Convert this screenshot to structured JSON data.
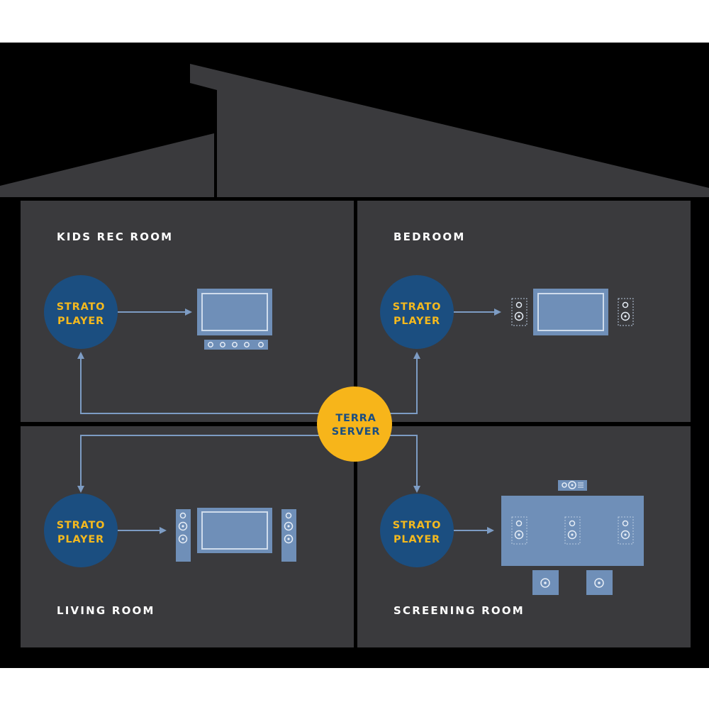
{
  "rooms": {
    "kids_rec_room": "KIDS REC ROOM",
    "bedroom": "BEDROOM",
    "living_room": "LIVING ROOM",
    "screening_room": "SCREENING ROOM"
  },
  "nodes": {
    "player_line1": "STRATO",
    "player_line2": "PLAYER",
    "server_line1": "TERRA",
    "server_line2": "SERVER"
  },
  "colors": {
    "background": "#000000",
    "house": "#3a3a3d",
    "player": "#1b4e80",
    "player_text": "#f4b91e",
    "server": "#f7b51a",
    "server_text": "#1b4e80",
    "device": "#6f8fb8",
    "connector": "#7d9cc4"
  }
}
